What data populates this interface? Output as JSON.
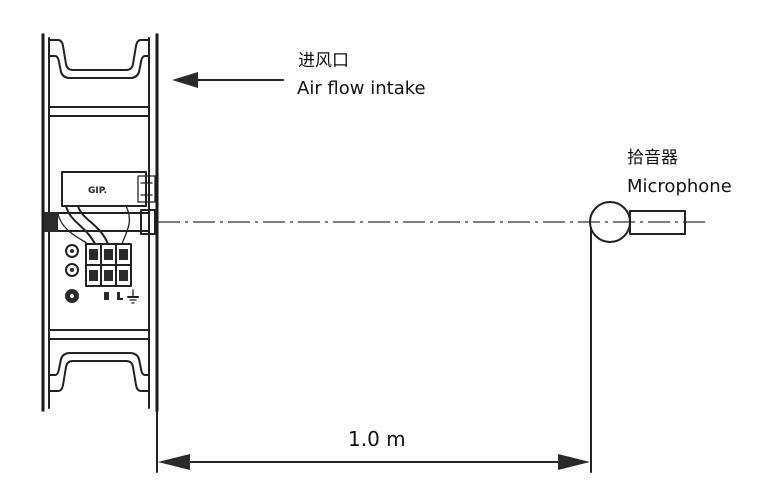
{
  "labels": {
    "intake_cn": "进风口",
    "intake_en": "Air flow intake",
    "mic_cn": "拾音器",
    "mic_en": "Microphone",
    "distance": "1.0 m",
    "motor_label": "GIP."
  },
  "colors": {
    "line": "#222222",
    "background": "#ffffff"
  }
}
